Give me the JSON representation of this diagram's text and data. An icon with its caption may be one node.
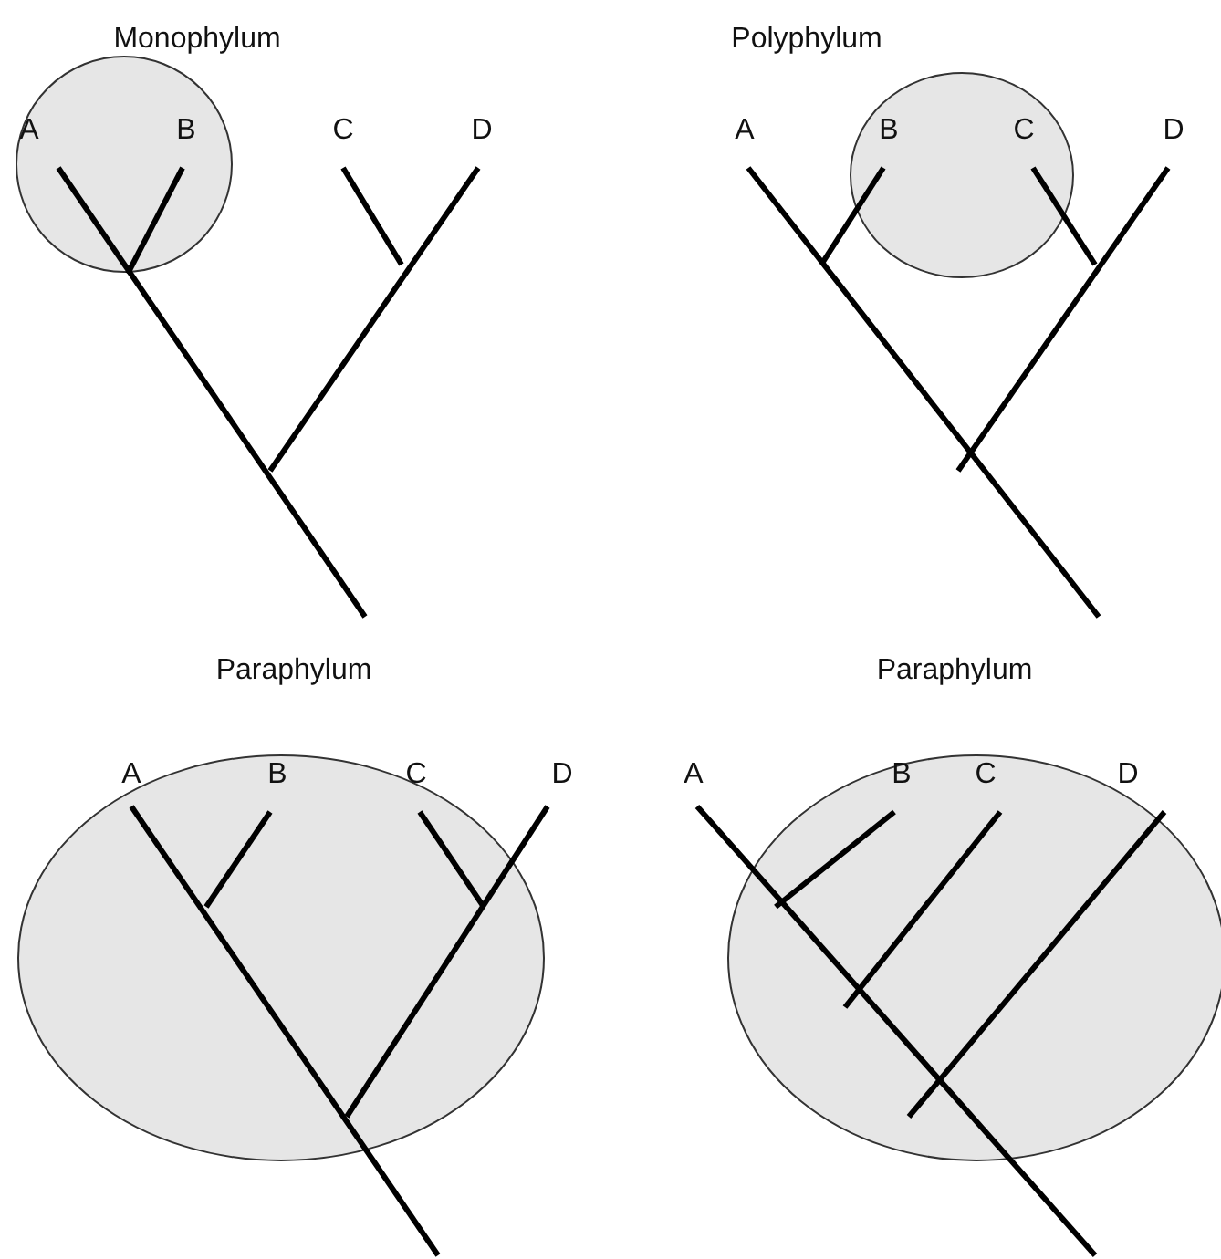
{
  "diagram": {
    "nodes": [
      {
        "text": [],
        "shape": "ellipse",
        "beside": [
          "Monophylum"
        ]
      },
      {
        "text": [],
        "shape": "ellipse",
        "beside": [
          "Polyphylum"
        ]
      },
      {
        "text": [],
        "shape": "ellipse",
        "beside": [
          "Paraphylum"
        ]
      },
      {
        "text": [],
        "shape": "ellipse",
        "beside": [
          "Paraphylum"
        ]
      }
    ],
    "labels": [
      "A",
      "B",
      "C",
      "D",
      "A",
      "B",
      "C",
      "D",
      "A",
      "B",
      "C",
      "D",
      "A",
      "B",
      "C",
      "D"
    ]
  }
}
